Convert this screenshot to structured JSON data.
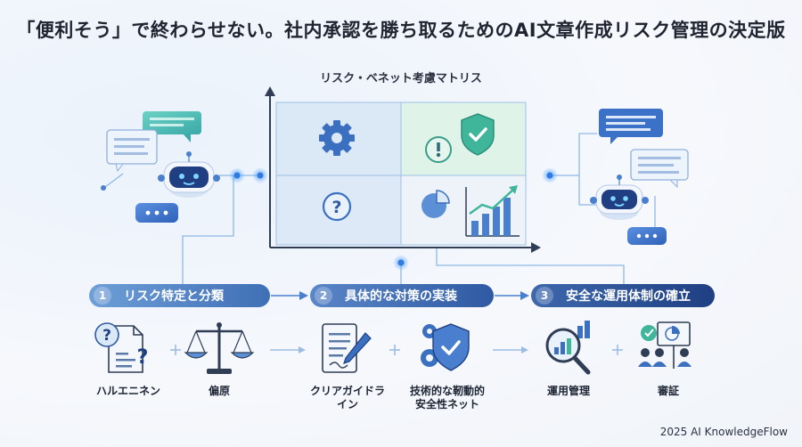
{
  "title": "「便利そう」で終わらせない。社内承認を勝ち取るためのAI文章作成リスク管理の決定版",
  "matrix_title": "リスク・ベネット考慮マトリス",
  "steps": [
    {
      "num": "1",
      "label": "リスク特定と分類"
    },
    {
      "num": "2",
      "label": "具体的な対策の実装"
    },
    {
      "num": "3",
      "label": "安全な運用体制の確立"
    }
  ],
  "items": {
    "hallucination": "ハルエニネン",
    "bias": "偏原",
    "guideline_line1": "クリアガイドラ",
    "guideline_line2": "イン",
    "safety_line1": "技術的な靭動的",
    "safety_line2": "安全性ネット",
    "ops": "運用管理",
    "audit": "審証"
  },
  "credit": "2025 AI KnowledgeFlow",
  "colors": {
    "primary": "#2f5aa3",
    "accent": "#3d8df0",
    "green_cell": "#dff3e9",
    "blue_cell": "#dbe8f6",
    "teal": "#3fb59a"
  }
}
